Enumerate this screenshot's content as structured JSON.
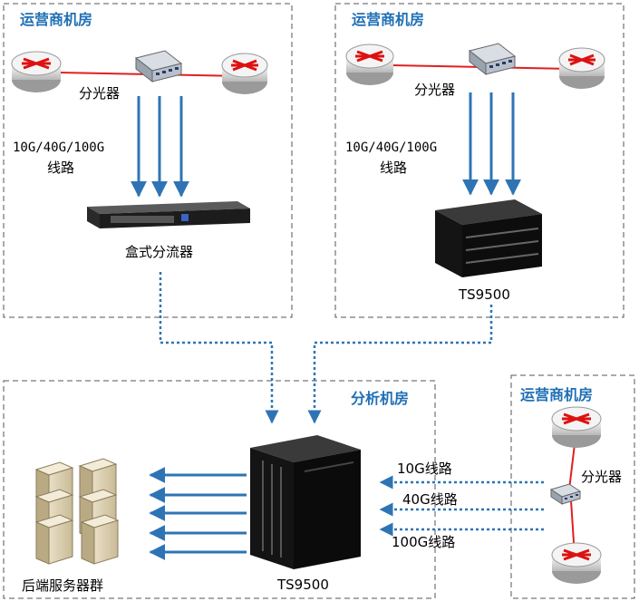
{
  "regions": {
    "top_left": {
      "title": "运营商机房",
      "splitter": "分光器",
      "links_line1": "10G/40G/100G",
      "links_line2": "线路",
      "device": "盒式分流器"
    },
    "top_right": {
      "title": "运营商机房",
      "splitter": "分光器",
      "links_line1": "10G/40G/100G",
      "links_line2": "线路",
      "device": "TS9500"
    },
    "analysis": {
      "title": "分析机房",
      "device": "TS9500",
      "servers": "后端服务器群",
      "link_10g": "10G线路",
      "link_40g": "40G线路",
      "link_100g": "100G线路"
    },
    "right": {
      "title": "运营商机房",
      "splitter": "分光器"
    }
  },
  "colors": {
    "title": "#1f6fb5",
    "arrow": "#2e74b5",
    "fiber": "#e02020",
    "border": "#555555"
  }
}
